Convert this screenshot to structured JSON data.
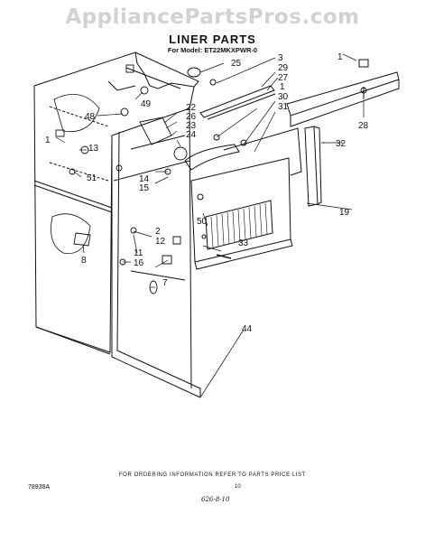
{
  "header": {
    "watermark": "AppliancePartsPros.com",
    "title": "LINER PARTS",
    "model": "For Model: ET22MKXPWR-0"
  },
  "labels": {
    "l1a": "1",
    "l1b": "1",
    "l1c": "1",
    "l2": "2",
    "l3": "3",
    "l7": "7",
    "l8": "8",
    "l11": "11",
    "l12": "12",
    "l13": "13",
    "l14": "14",
    "l15": "15",
    "l16": "16",
    "l19": "19",
    "l22": "22",
    "l23": "23",
    "l24": "24",
    "l25": "25",
    "l26": "26",
    "l27": "27",
    "l28": "28",
    "l29": "29",
    "l30": "30",
    "l31": "31",
    "l32": "32",
    "l33": "33",
    "l44": "44",
    "l48": "48",
    "l49": "49",
    "l50": "50",
    "l51": "51"
  },
  "footer": {
    "ordering": "FOR ORDERING INFORMATION REFER TO PARTS PRICE LIST",
    "code": "78938A",
    "page": "10",
    "handwritten": "626-8-10"
  }
}
